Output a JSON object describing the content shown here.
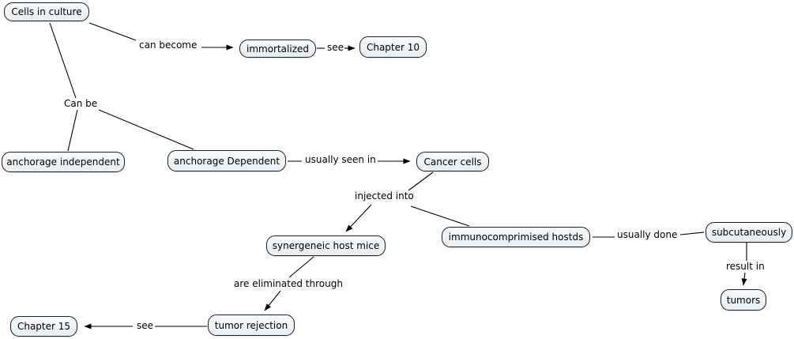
{
  "diagram": {
    "type": "concept-map",
    "background_color": "#ffffff",
    "node_fill": "#edf2f5",
    "node_border_color": "#1f1f1f",
    "line_color": "#000000"
  },
  "nodes": [
    {
      "label": "Cells in culture"
    },
    {
      "label": "immortalized"
    },
    {
      "label": "Chapter 10"
    },
    {
      "label": "anchorage independent"
    },
    {
      "label": "anchorage Dependent"
    },
    {
      "label": "Cancer cells"
    },
    {
      "label": "synergeneic host mice"
    },
    {
      "label": "immunocomprimised hostds"
    },
    {
      "label": "subcutaneously"
    },
    {
      "label": "tumors"
    },
    {
      "label": "Chapter 15"
    },
    {
      "label": "tumor rejection"
    }
  ],
  "link_labels": [
    {
      "text": "can become"
    },
    {
      "text": "see"
    },
    {
      "text": "Can be"
    },
    {
      "text": "usually seen in"
    },
    {
      "text": "injected into"
    },
    {
      "text": "are eliminated through"
    },
    {
      "text": "usually done"
    },
    {
      "text": "result in"
    },
    {
      "text": "see"
    }
  ],
  "connections": [
    {
      "from": "Cells in culture",
      "label": "can become",
      "to": "immortalized",
      "arrow": true
    },
    {
      "from": "immortalized",
      "label": "see",
      "to": "Chapter 10",
      "arrow": true
    },
    {
      "from": "Cells in culture",
      "label": "Can be",
      "to": "anchorage independent",
      "arrow": false
    },
    {
      "from": "Cells in culture",
      "label": "Can be",
      "to": "anchorage Dependent",
      "arrow": false
    },
    {
      "from": "anchorage Dependent",
      "label": "usually seen in",
      "to": "Cancer cells",
      "arrow": true
    },
    {
      "from": "Cancer cells",
      "label": "injected into",
      "to": "synergeneic host mice",
      "arrow": true
    },
    {
      "from": "Cancer cells",
      "label": "injected into",
      "to": "immunocomprimised hostds",
      "arrow": false
    },
    {
      "from": "immunocomprimised hostds",
      "label": "usually done",
      "to": "subcutaneously",
      "arrow": false
    },
    {
      "from": "subcutaneously",
      "label": "result in",
      "to": "tumors",
      "arrow": true
    },
    {
      "from": "synergeneic host mice",
      "label": "are eliminated through",
      "to": "tumor rejection",
      "arrow": true
    },
    {
      "from": "tumor rejection",
      "label": "see",
      "to": "Chapter 15",
      "arrow": true
    }
  ]
}
